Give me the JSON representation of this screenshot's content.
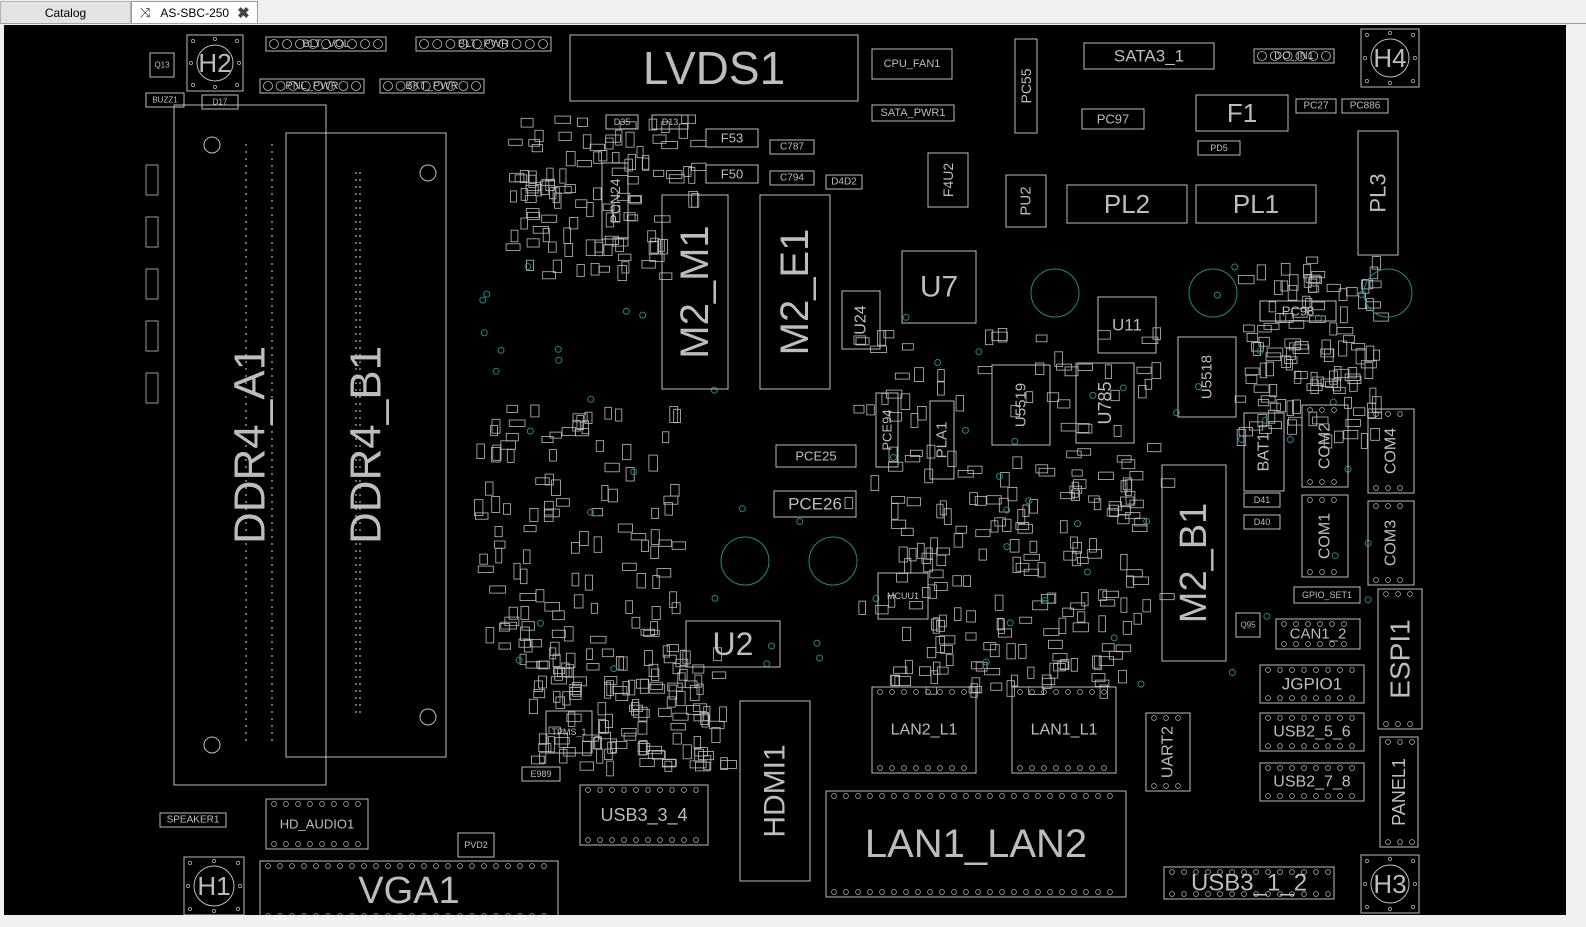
{
  "tabs": [
    {
      "label": "Catalog",
      "active": false
    },
    {
      "label": "AS-SBC-250",
      "active": true
    }
  ],
  "icons": {
    "tab_type": "shuffle-icon",
    "tab_close": "close-icon"
  },
  "colors": {
    "board_bg": "#000000",
    "silkscreen": "#bdbdbd",
    "via": "#1a8a8a"
  },
  "components": [
    {
      "id": "H2",
      "label": "H2"
    },
    {
      "id": "BLT_VOL",
      "label": "BLT_VOL"
    },
    {
      "id": "BLT_PWR",
      "label": "BLT_PWR"
    },
    {
      "id": "LVDS1",
      "label": "LVDS1"
    },
    {
      "id": "CPU_FAN1",
      "label": "CPU_FAN1"
    },
    {
      "id": "PC55",
      "label": "PC55"
    },
    {
      "id": "SATA3_1",
      "label": "SATA3_1"
    },
    {
      "id": "DO_IN",
      "label": "DO_IN1"
    },
    {
      "id": "H4",
      "label": "H4"
    },
    {
      "id": "PNL_PWR",
      "label": "PNL_PWR"
    },
    {
      "id": "BKT_PWR",
      "label": "BKT_PWR"
    },
    {
      "id": "SATA_PWR1",
      "label": "SATA_PWR1"
    },
    {
      "id": "PC97",
      "label": "PC97"
    },
    {
      "id": "F1",
      "label": "F1"
    },
    {
      "id": "PC27",
      "label": "PC27"
    },
    {
      "id": "PC886",
      "label": "PC886"
    },
    {
      "id": "F53",
      "label": "F53"
    },
    {
      "id": "C787",
      "label": "C787"
    },
    {
      "id": "F50",
      "label": "F50"
    },
    {
      "id": "C794",
      "label": "C794"
    },
    {
      "id": "D4D2",
      "label": "D4D2"
    },
    {
      "id": "F4U2",
      "label": "F4U2"
    },
    {
      "id": "PU2",
      "label": "PU2"
    },
    {
      "id": "PL2",
      "label": "PL2"
    },
    {
      "id": "PL1",
      "label": "PL1"
    },
    {
      "id": "PL3",
      "label": "PL3"
    },
    {
      "id": "PCN24",
      "label": "PCN24"
    },
    {
      "id": "M2_M1",
      "label": "M2_M1"
    },
    {
      "id": "M2_E1",
      "label": "M2_E1"
    },
    {
      "id": "U7",
      "label": "U7"
    },
    {
      "id": "U24",
      "label": "U24"
    },
    {
      "id": "U11",
      "label": "U11"
    },
    {
      "id": "PC98",
      "label": "PC98"
    },
    {
      "id": "DDR4_A1",
      "label": "DDR4_A1"
    },
    {
      "id": "DDR4_B1",
      "label": "DDR4_B1"
    },
    {
      "id": "U5519",
      "label": "U5519"
    },
    {
      "id": "U785",
      "label": "U785"
    },
    {
      "id": "U5518",
      "label": "U5518"
    },
    {
      "id": "PCE94",
      "label": "PCE94"
    },
    {
      "id": "PLA1",
      "label": "PLA1"
    },
    {
      "id": "BAT1",
      "label": "BAT1"
    },
    {
      "id": "COM2",
      "label": "COM2"
    },
    {
      "id": "COM4",
      "label": "COM4"
    },
    {
      "id": "COM1",
      "label": "COM1"
    },
    {
      "id": "COM3",
      "label": "COM3"
    },
    {
      "id": "PCE25",
      "label": "PCE25"
    },
    {
      "id": "PCE26",
      "label": "PCE26"
    },
    {
      "id": "M2_B1",
      "label": "M2_B1"
    },
    {
      "id": "MCUU1",
      "label": "MCUU1"
    },
    {
      "id": "U2",
      "label": "U2"
    },
    {
      "id": "CAN1_2",
      "label": "CAN1_2"
    },
    {
      "id": "ESPI1",
      "label": "ESPI1"
    },
    {
      "id": "JGPIO1",
      "label": "JGPIO1"
    },
    {
      "id": "TPMS_1",
      "label": "TPMS_1"
    },
    {
      "id": "LAN2_L1",
      "label": "LAN2_L1"
    },
    {
      "id": "LAN1_L1",
      "label": "LAN1_L1"
    },
    {
      "id": "UART2",
      "label": "UART2"
    },
    {
      "id": "USB2_5_6",
      "label": "USB2_5_6"
    },
    {
      "id": "HDMI1",
      "label": "HDMI1"
    },
    {
      "id": "USB2_7_8",
      "label": "USB2_7_8"
    },
    {
      "id": "PANEL1",
      "label": "PANEL1"
    },
    {
      "id": "SPEAKER1",
      "label": "SPEAKER1"
    },
    {
      "id": "HD_AUDIO1",
      "label": "HD_AUDIO1"
    },
    {
      "id": "USB3_3_4",
      "label": "USB3_3_4"
    },
    {
      "id": "LAN1_LAN2",
      "label": "LAN1_LAN2"
    },
    {
      "id": "H1",
      "label": "H1"
    },
    {
      "id": "VGA1",
      "label": "VGA1"
    },
    {
      "id": "USB3_1_2",
      "label": "USB3_1_2"
    },
    {
      "id": "H3",
      "label": "H3"
    },
    {
      "id": "Q13",
      "label": "Q13"
    },
    {
      "id": "BUZZ1",
      "label": "BUZZ1"
    },
    {
      "id": "D17",
      "label": "D17"
    },
    {
      "id": "D35",
      "label": "D35"
    },
    {
      "id": "D13",
      "label": "D13"
    },
    {
      "id": "PD5",
      "label": "PD5"
    },
    {
      "id": "D41",
      "label": "D41"
    },
    {
      "id": "D40",
      "label": "D40"
    },
    {
      "id": "Q95",
      "label": "Q95"
    },
    {
      "id": "E989",
      "label": "E989"
    },
    {
      "id": "GPIO_SET",
      "label": "GPIO_SET1"
    },
    {
      "id": "PVD2",
      "label": "PVD2"
    }
  ]
}
